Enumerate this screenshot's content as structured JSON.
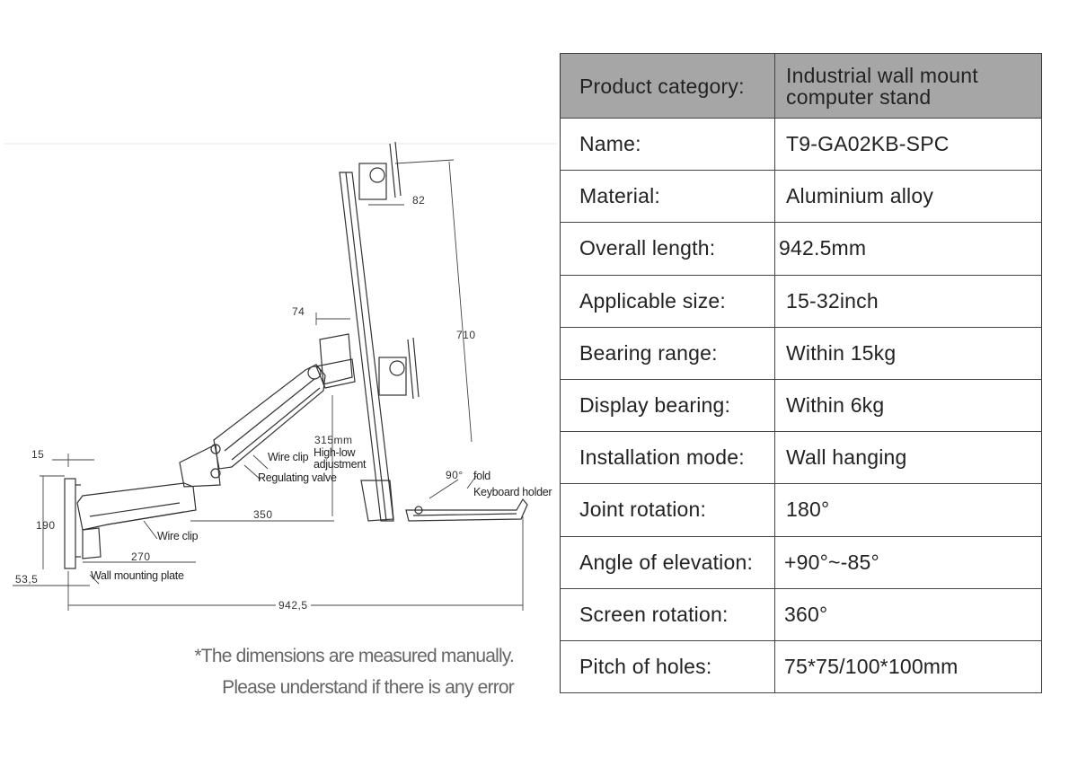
{
  "drawing": {
    "dimensions": {
      "d82": "82",
      "d74": "74",
      "d710": "710",
      "d315": "315mm",
      "d15": "15",
      "d190": "190",
      "d350": "350",
      "d270": "270",
      "d53": "53,5",
      "d942": "942,5",
      "d90": "90°"
    },
    "callouts": {
      "high_low": "High-low",
      "adjustment": "adjustment",
      "wire_clip_upper": "Wire clip",
      "regulating_valve": "Regulating valve",
      "fold": "fold",
      "keyboard_holder": "Keyboard holder",
      "wire_clip_lower": "Wire clip",
      "wall_mounting_plate": "Wall mounting plate"
    }
  },
  "note": {
    "line1": "*The dimensions are measured manually.",
    "line2": "Please understand if there is any error"
  },
  "spec_table": {
    "rows": [
      {
        "key": "Product category:",
        "value": "Industrial wall mount computer stand"
      },
      {
        "key": "Name:",
        "value": "T9-GA02KB-SPC"
      },
      {
        "key": "Material:",
        "value": "Aluminium alloy"
      },
      {
        "key": "Overall length:",
        "value": "942.5mm"
      },
      {
        "key": "Applicable size:",
        "value": "15-32inch"
      },
      {
        "key": "Bearing range:",
        "value": "Within 15kg"
      },
      {
        "key": "Display bearing:",
        "value": "Within 6kg"
      },
      {
        "key": "Installation mode:",
        "value": "Wall hanging"
      },
      {
        "key": "Joint rotation:",
        "value": "180°"
      },
      {
        "key": "Angle of elevation:",
        "value": "+90°~-85°"
      },
      {
        "key": "Screen rotation:",
        "value": "360°"
      },
      {
        "key": "Pitch of holes:",
        "value": "75*75/100*100mm"
      }
    ]
  },
  "colors": {
    "header_bg": "#a6a6a6",
    "line": "#333333",
    "note_text": "#666666"
  }
}
